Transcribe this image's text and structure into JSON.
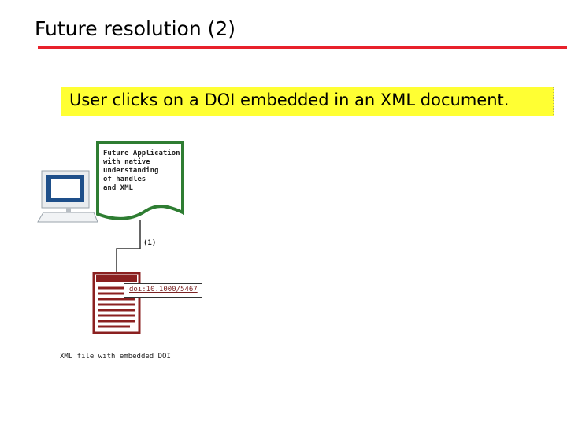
{
  "slide": {
    "title": "Future resolution (2)"
  },
  "callout": {
    "text": "User clicks on a DOI embedded in an XML document."
  },
  "diagram": {
    "application_label_lines": [
      "Future Application",
      "with native",
      "understanding",
      "of handles",
      "and XML"
    ],
    "step_label": "(1)",
    "doi_link_text": "doi:10.1000/5467",
    "file_caption": "XML file with embedded DOI"
  },
  "colors": {
    "title_rule": "#e8212b",
    "callout_bg": "#ffff33",
    "computer_blue": "#1e4f8a",
    "app_frame_green": "#2e7d32",
    "document_red": "#8b2020",
    "doi_link": "#7a2323"
  },
  "icons": [
    "computer-icon",
    "document-icon"
  ]
}
